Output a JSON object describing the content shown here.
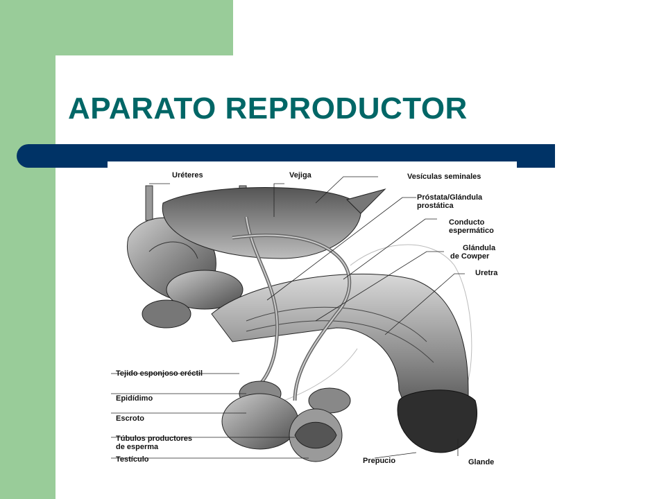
{
  "slide": {
    "title": "APARATO REPRODUCTOR",
    "colors": {
      "green": "#99cc99",
      "title": "#006666",
      "bar": "#003366"
    }
  },
  "figure": {
    "labels": {
      "ureteres": "Uréteres",
      "vejiga": "Vejiga",
      "vesiculas": "Vesículas seminales",
      "prostata_1": "Próstata/Glándula",
      "prostata_2": "prostática",
      "conducto_1": "Conducto",
      "conducto_2": "espermático",
      "cowper_1": "Glándula",
      "cowper_2": "de Cowper",
      "uretra": "Uretra",
      "tejido": "Tejido esponjoso eréctil",
      "epididimo": "Epidídimo",
      "escroto": "Escroto",
      "tubulos_1": "Túbulos productores",
      "tubulos_2": "de esperma",
      "testiculo": "Testículo",
      "prepucio": "Prepucio",
      "glande": "Glande"
    }
  }
}
